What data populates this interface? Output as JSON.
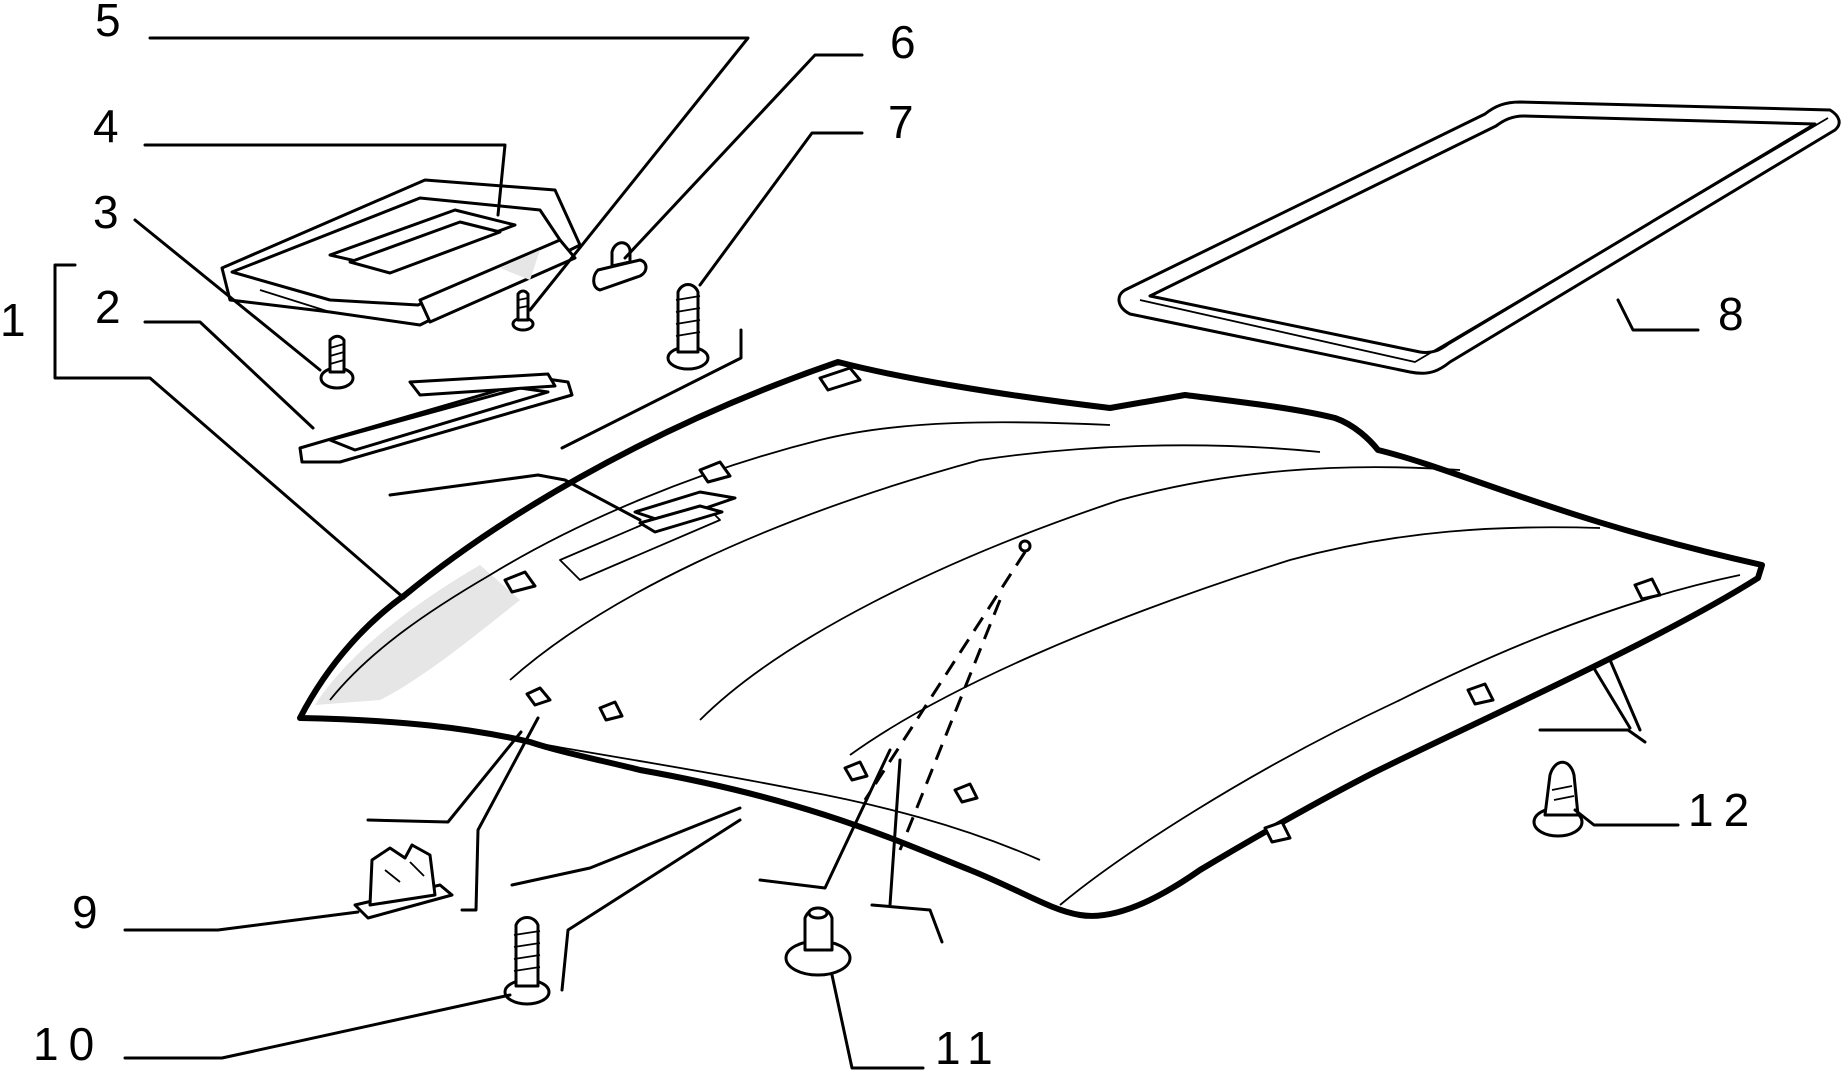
{
  "callouts": {
    "c1": "1",
    "c2": "2",
    "c3": "3",
    "c4": "4",
    "c5": "5",
    "c6": "6",
    "c7": "7",
    "c8": "8",
    "c9": "9",
    "c10": "10",
    "c11": "11",
    "c12": "12"
  },
  "colors": {
    "line": "#000000",
    "background": "#ffffff",
    "shade": "#e6e6e6"
  }
}
